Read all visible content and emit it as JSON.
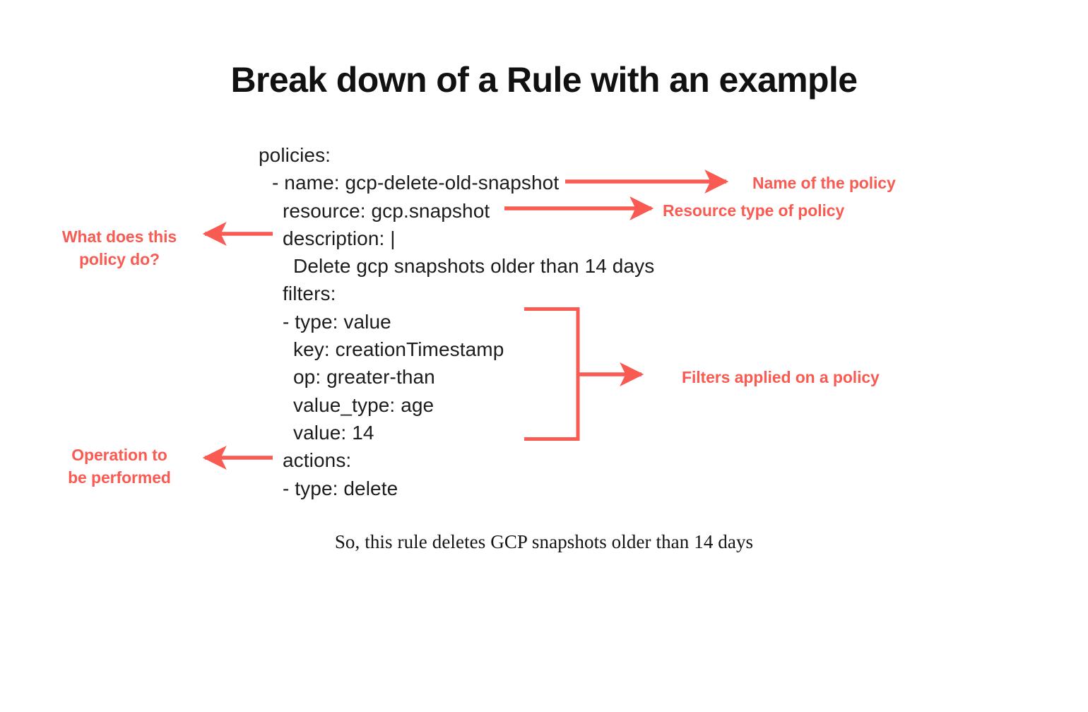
{
  "colors": {
    "accent_red": "#F95A52",
    "text_black": "#1c1c1c",
    "title_black": "#111111",
    "background": "#ffffff"
  },
  "title": "Break down of a Rule with an example",
  "yaml": {
    "lines": [
      {
        "indent": 0,
        "text": "policies:"
      },
      {
        "indent": 1,
        "text": "- name: gcp-delete-old-snapshot"
      },
      {
        "indent": 2,
        "text": "resource: gcp.snapshot"
      },
      {
        "indent": 2,
        "text": "description: |"
      },
      {
        "indent": 3,
        "text": "Delete gcp snapshots older than 14 days"
      },
      {
        "indent": 2,
        "text": "filters:"
      },
      {
        "indent": 2,
        "text": "- type: value"
      },
      {
        "indent": 3,
        "text": "key: creationTimestamp"
      },
      {
        "indent": 3,
        "text": "op: greater-than"
      },
      {
        "indent": 3,
        "text": "value_type: age"
      },
      {
        "indent": 3,
        "text": "value: 14"
      },
      {
        "indent": 2,
        "text": "actions:"
      },
      {
        "indent": 2,
        "text": "- type: delete"
      }
    ]
  },
  "annotations": {
    "name_of_policy": "Name of the policy",
    "resource_type": "Resource type of policy",
    "what_does_policy_do": "What does this\npolicy do?",
    "filters_applied": "Filters applied on a policy",
    "operation_performed": "Operation to\nbe performed"
  },
  "caption": "So, this rule deletes GCP snapshots older than 14 days"
}
